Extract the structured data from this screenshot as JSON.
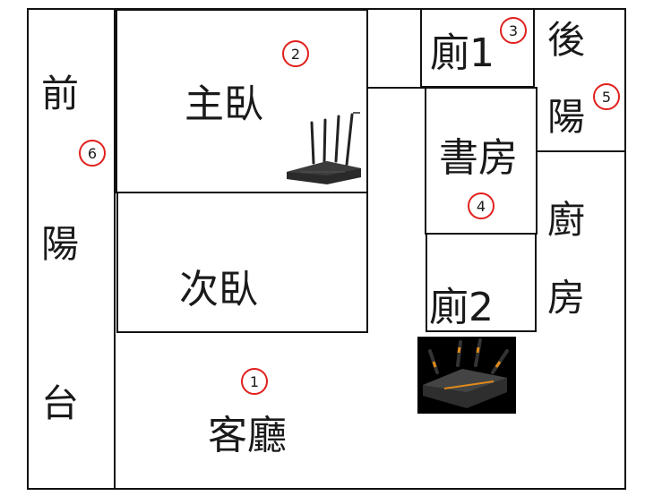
{
  "rooms": {
    "front_balcony": [
      "前",
      "陽",
      "台"
    ],
    "master_bedroom": "主臥",
    "second_bedroom": "次臥",
    "bathroom_1": "廁1",
    "study": "書房",
    "bathroom_2": "廁2",
    "back_balcony": [
      "後",
      "陽"
    ],
    "kitchen": [
      "廚",
      "房"
    ],
    "living_room": "客廳"
  },
  "markers": [
    "1",
    "2",
    "3",
    "4",
    "5",
    "6"
  ],
  "colors": {
    "wall": "#111111",
    "marker_ring": "#e0201c",
    "router_dark_bg": "#000000",
    "router_accent": "#e08a1a"
  },
  "icons": {
    "router_white_bg": "wifi-router-icon",
    "router_black_bg": "gaming-router-icon"
  }
}
